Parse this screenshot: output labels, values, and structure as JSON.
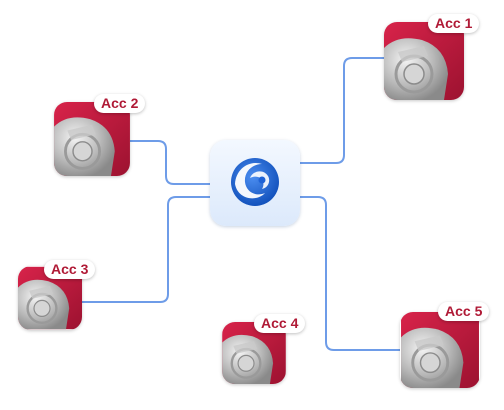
{
  "colors": {
    "connector": "#3e7be0",
    "tile_red": "#b5183a",
    "tag_text": "#b01a36",
    "hub_logo": "#1f63d6"
  },
  "hub": {
    "icon": "swirl-logo-icon"
  },
  "accounts": [
    {
      "label": "Acc 1",
      "icon": "metal-ring-icon"
    },
    {
      "label": "Acc 2",
      "icon": "metal-ring-icon"
    },
    {
      "label": "Acc 3",
      "icon": "metal-ring-icon"
    },
    {
      "label": "Acc 4",
      "icon": "metal-ring-icon"
    },
    {
      "label": "Acc 5",
      "icon": "metal-ring-icon"
    }
  ]
}
